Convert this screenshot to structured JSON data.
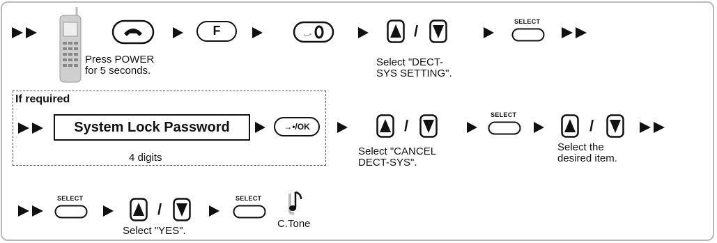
{
  "row1": {
    "power_caption": "Press POWER\nfor 5 seconds.",
    "key_f_label": "F",
    "select_key_label": "SELECT",
    "slash": "/",
    "select_caption": "Select \"DECT-\nSYS SETTING\"."
  },
  "row2": {
    "optional_title": "If required",
    "password_label": "System Lock Password",
    "digits_caption": "4 digits",
    "ok_key_label": "→•/OK",
    "cancel_caption": "Select \"CANCEL\nDECT-SYS\".",
    "select_key_label": "SELECT",
    "desired_caption": "Select the\ndesired item.",
    "slash": "/"
  },
  "row3": {
    "select_key_label": "SELECT",
    "yes_caption": "Select \"YES\".",
    "tone_caption": "C.Tone",
    "slash": "/"
  },
  "icons": [
    "double-arrow-icon",
    "arrow-icon",
    "handset-icon",
    "talk-key-icon",
    "function-key-icon",
    "zero-key-icon",
    "up-key-icon",
    "down-key-icon",
    "select-key-icon",
    "ok-key-icon",
    "music-note-icon"
  ],
  "colors": {
    "ink": "#111111",
    "frame": "#b9b9b9",
    "phone": "#c8c8c8"
  }
}
